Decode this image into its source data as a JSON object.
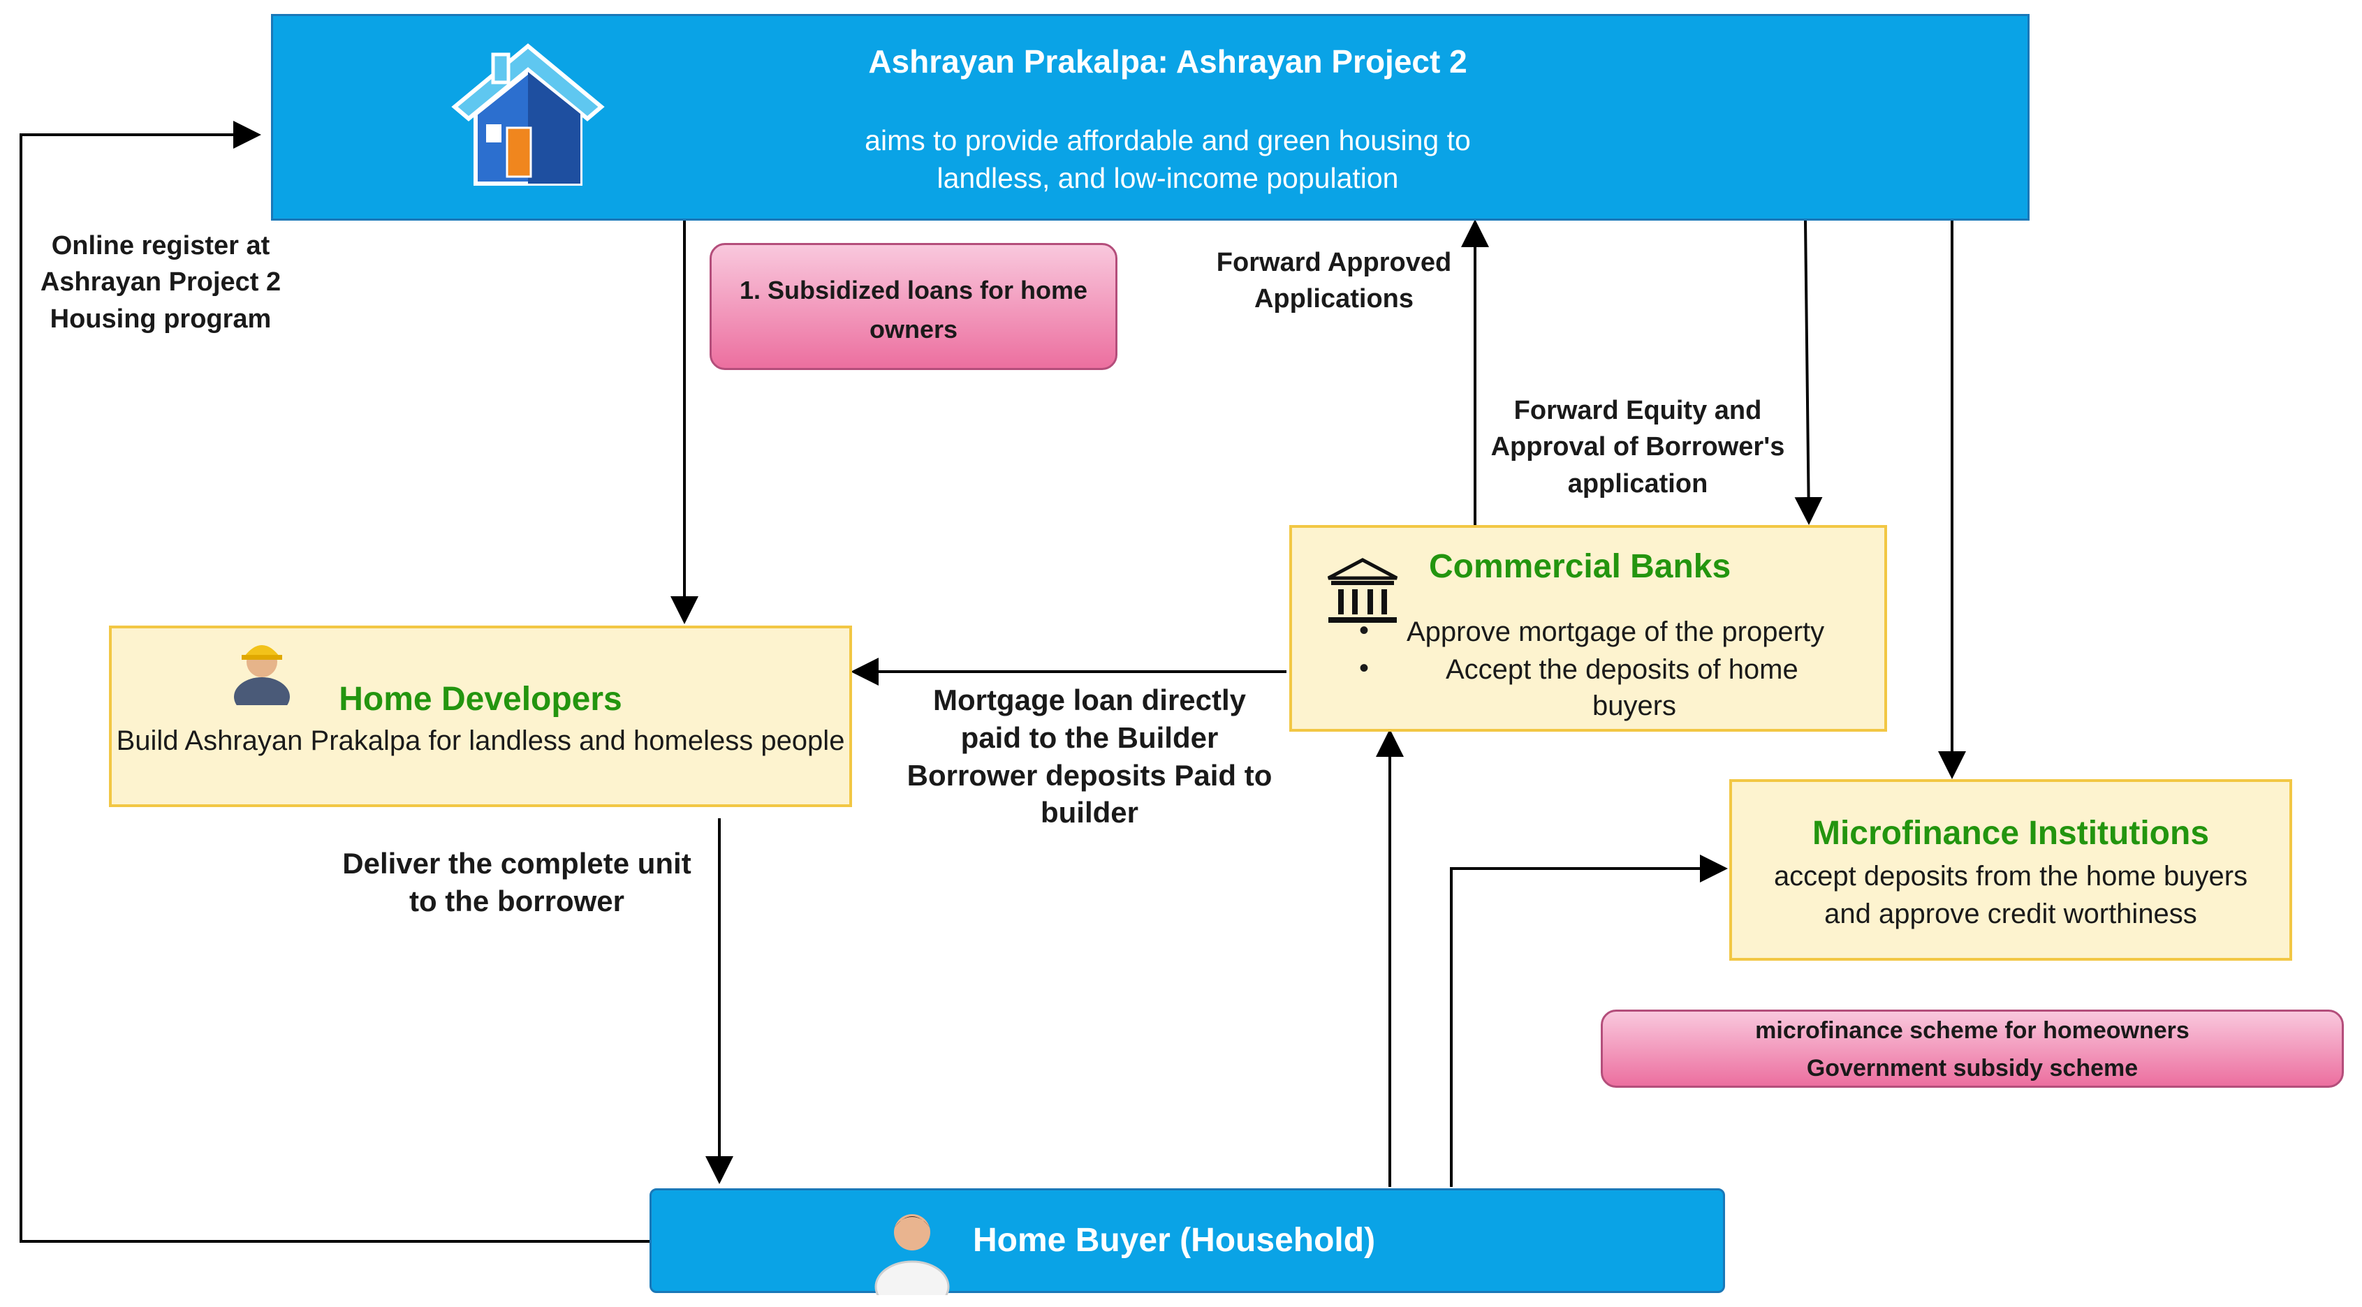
{
  "top_box": {
    "title": "Ashrayan Prakalpa: Ashrayan Project 2",
    "subtitle_line1": "aims to provide affordable and green housing to",
    "subtitle_line2": "landless, and low-income population",
    "icon": "house-icon"
  },
  "subsidy_note": {
    "line1": "1. Subsidized loans for home",
    "line2": "owners"
  },
  "home_developers": {
    "title": "Home Developers",
    "description": "Build Ashrayan Prakalpa for landless and homeless people",
    "icon": "construction-worker-icon"
  },
  "commercial_banks": {
    "title": "Commercial Banks",
    "bullets": [
      "Approve mortgage of the property",
      "Accept the deposits of home",
      "buyers"
    ],
    "icon": "bank-icon"
  },
  "microfinance": {
    "title": "Microfinance Institutions",
    "line1": "accept  deposits from the home buyers",
    "line2": "and approve credit worthiness"
  },
  "microfinance_note": {
    "line1": "microfinance scheme for homeowners",
    "line2": "Government subsidy scheme"
  },
  "home_buyer": {
    "title": "Home Buyer (Household)",
    "icon": "person-icon"
  },
  "labels": {
    "online_register": [
      "Online register at",
      "Ashrayan Project 2",
      "Housing program"
    ],
    "forward_approved": [
      "Forward Approved",
      "Applications"
    ],
    "forward_equity": [
      "Forward Equity and",
      "Approval of Borrower's",
      "application"
    ],
    "mortgage": [
      "Mortgage loan directly",
      "paid to the Builder",
      "Borrower deposits Paid to",
      "builder"
    ],
    "deliver": [
      "Deliver the complete unit",
      "to the borrower"
    ]
  },
  "colors": {
    "blue_fill": "#0aa3e6",
    "yellow_fill": "#fdf3cf",
    "yellow_border": "#f2c744",
    "pink_fill": "#ec6f9f",
    "green_text": "#23950f"
  }
}
